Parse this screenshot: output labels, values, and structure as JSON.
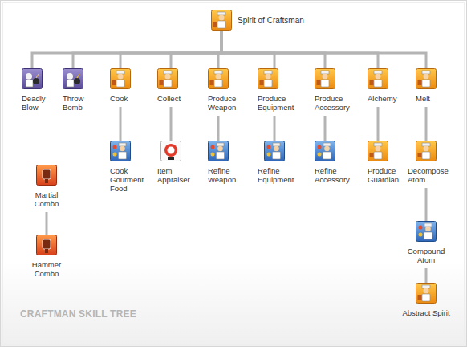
{
  "diagram": {
    "title": "CRAFTMAN SKILL TREE",
    "nodes": [
      {
        "text": [
          "Spirit of Craftsman"
        ]
      },
      {
        "text": [
          "Deadly Blow"
        ]
      },
      {
        "text": [
          "Throw Bomb"
        ]
      },
      {
        "text": [
          "Cook"
        ]
      },
      {
        "text": [
          "Collect"
        ]
      },
      {
        "text": [
          "Produce Weapon"
        ]
      },
      {
        "text": [
          "Produce Equipment"
        ]
      },
      {
        "text": [
          "Produce Accessory"
        ]
      },
      {
        "text": [
          "Alchemy"
        ]
      },
      {
        "text": [
          "Melt"
        ]
      },
      {
        "text": [
          "Cook Gourment Food"
        ]
      },
      {
        "text": [
          "Item Appraiser"
        ]
      },
      {
        "text": [
          "Refine Weapon"
        ]
      },
      {
        "text": [
          "Refine Equipment"
        ]
      },
      {
        "text": [
          "Refine Accessory"
        ]
      },
      {
        "text": [
          "Produce Guardian"
        ]
      },
      {
        "text": [
          "Decompose Atom"
        ]
      },
      {
        "text": [
          "Martial Combo"
        ]
      },
      {
        "text": [
          "Hammer Combo"
        ]
      },
      {
        "text": [
          "Compound Atom"
        ]
      },
      {
        "text": [
          "Abstract Spirit"
        ]
      }
    ],
    "edges": [
      {
        "from": 0,
        "to": 1,
        "arrow": "none"
      },
      {
        "from": 0,
        "to": 2,
        "arrow": "none"
      },
      {
        "from": 0,
        "to": 3,
        "arrow": "none"
      },
      {
        "from": 0,
        "to": 4,
        "arrow": "none"
      },
      {
        "from": 0,
        "to": 5,
        "arrow": "none"
      },
      {
        "from": 0,
        "to": 6,
        "arrow": "none"
      },
      {
        "from": 0,
        "to": 7,
        "arrow": "none"
      },
      {
        "from": 0,
        "to": 8,
        "arrow": "none"
      },
      {
        "from": 0,
        "to": 9,
        "arrow": "none"
      },
      {
        "from": 3,
        "to": 10,
        "arrow": "none"
      },
      {
        "from": 4,
        "to": 11,
        "arrow": "none"
      },
      {
        "from": 5,
        "to": 12,
        "arrow": "none"
      },
      {
        "from": 6,
        "to": 13,
        "arrow": "none"
      },
      {
        "from": 7,
        "to": 14,
        "arrow": "none"
      },
      {
        "from": 8,
        "to": 15,
        "arrow": "none"
      },
      {
        "from": 9,
        "to": 16,
        "arrow": "none"
      },
      {
        "from": 16,
        "to": 19,
        "arrow": "none"
      },
      {
        "from": 19,
        "to": 20,
        "arrow": "none"
      },
      {
        "from": 17,
        "to": 18,
        "arrow": "none"
      }
    ]
  }
}
